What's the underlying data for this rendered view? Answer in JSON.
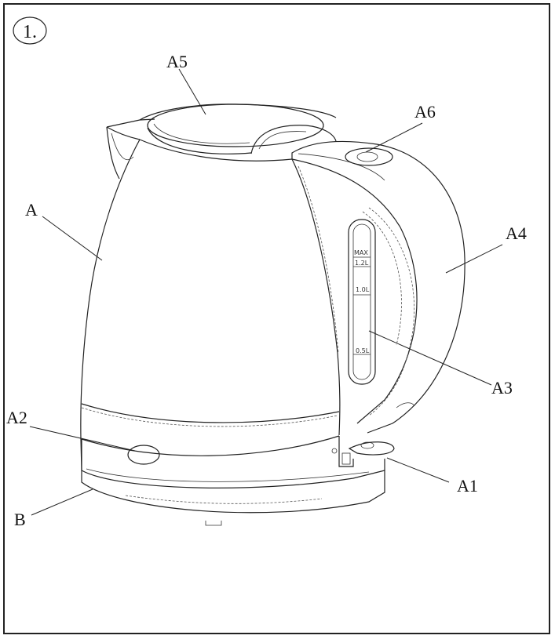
{
  "figure_number": "1.",
  "labels": {
    "A": "A",
    "A1": "A1",
    "A2": "A2",
    "A3": "A3",
    "A4": "A4",
    "A5": "A5",
    "A6": "A6",
    "B": "B"
  },
  "water_window_scale": {
    "max": "MAX",
    "l12": "1.2L",
    "l10": "1.0L",
    "l05": "0.5L"
  }
}
